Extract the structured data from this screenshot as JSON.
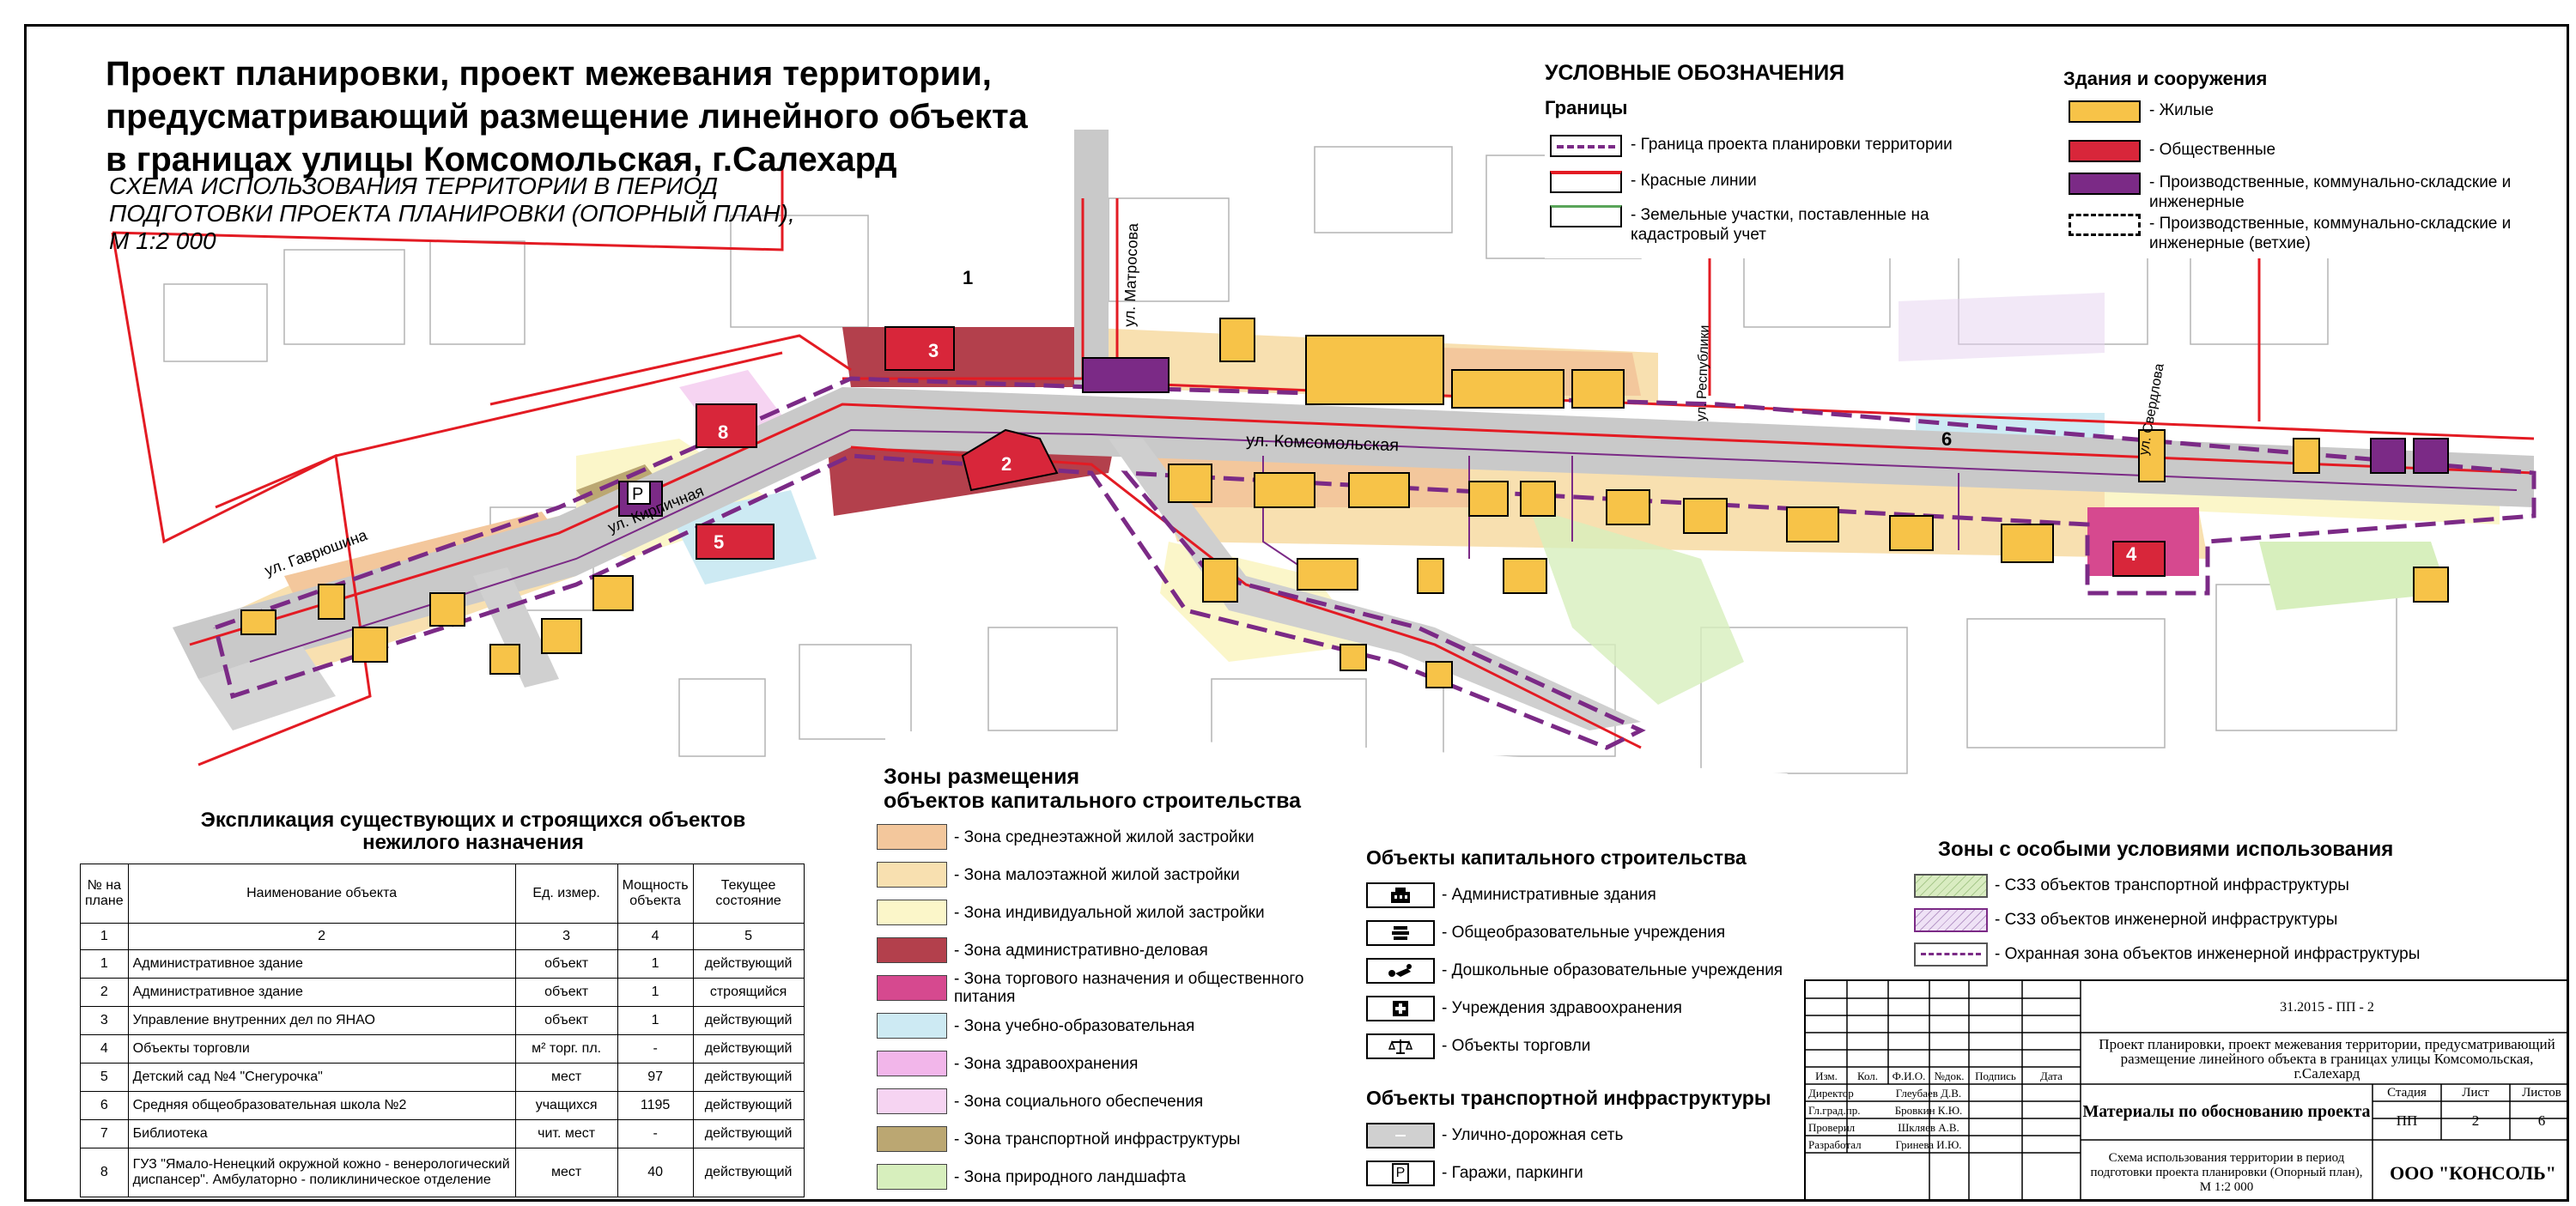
{
  "title": {
    "line1": "Проект планировки, проект межевания территории,",
    "line2": "предусматривающий размещение линейного объекта",
    "line3": "в границах улицы Комсомольская, г.Салехард"
  },
  "subtitle": {
    "line1": "СХЕМА ИСПОЛЬЗОВАНИЯ ТЕРРИТОРИИ В ПЕРИОД",
    "line2": "ПОДГОТОВКИ ПРОЕКТА ПЛАНИРОВКИ (ОПОРНЫЙ ПЛАН),",
    "line3": "М 1:2 000"
  },
  "legend": {
    "title": "УСЛОВНЫЕ ОБОЗНАЧЕНИЯ",
    "borders": {
      "heading": "Границы",
      "items": [
        {
          "label": "- Граница проекта планировки территории"
        },
        {
          "label": "- Красные линии"
        },
        {
          "label": "- Земельные участки, поставленные на кадастровый учет"
        }
      ]
    },
    "buildings": {
      "heading": "Здания и сооружения",
      "items": [
        {
          "label": "- Жилые",
          "color": "#f7c348"
        },
        {
          "label": "- Общественные",
          "color": "#d8263a"
        },
        {
          "label": "- Производственные, коммунально-складские и инженерные",
          "color": "#7b2a86"
        },
        {
          "label": "- Производственные, коммунально-складские и инженерные (ветхие)",
          "color": "#ffffff"
        }
      ]
    }
  },
  "zones": {
    "heading_line1": "Зоны размещения",
    "heading_line2": "объектов капитального строительства",
    "items": [
      {
        "label": "- Зона среднеэтажной жилой застройки",
        "color": "#f3c79c"
      },
      {
        "label": "- Зона малоэтажной жилой застройки",
        "color": "#f8e0b0"
      },
      {
        "label": "- Зона индивидуальной жилой застройки",
        "color": "#fbf6c9"
      },
      {
        "label": "- Зона административно-деловая",
        "color": "#b3404c"
      },
      {
        "label": "- Зона торгового назначения и общественного питания",
        "color": "#d6498f"
      },
      {
        "label": "- Зона учебно-образовательная",
        "color": "#cdeaf3"
      },
      {
        "label": "- Зона здравоохранения",
        "color": "#f2b6ea"
      },
      {
        "label": "- Зона социального обеспечения",
        "color": "#f6d4f2"
      },
      {
        "label": "- Зона транспортной инфраструктуры",
        "color": "#bba772"
      },
      {
        "label": "- Зона природного ландшафта",
        "color": "#d7efbd"
      }
    ]
  },
  "capital_objects": {
    "heading": "Объекты капитального строительства",
    "items": [
      {
        "label": "- Административные здания",
        "icon": "admin-building-icon"
      },
      {
        "label": "- Общеобразовательные учреждения",
        "icon": "school-icon"
      },
      {
        "label": "- Дошкольные образовательные учреждения",
        "icon": "kindergarten-icon"
      },
      {
        "label": "- Учреждения здравоохранения",
        "icon": "medical-cross-icon"
      },
      {
        "label": "- Объекты торговли",
        "icon": "scales-icon"
      }
    ]
  },
  "transport": {
    "heading": "Объекты транспортной инфраструктуры",
    "items": [
      {
        "label": "- Улично-дорожная сеть",
        "icon": "road-icon"
      },
      {
        "label": "- Гаражи, паркинги",
        "icon": "parking-icon",
        "glyph": "P"
      }
    ]
  },
  "special_zones": {
    "heading": "Зоны с особыми условиями использования",
    "items": [
      {
        "label": "- СЗЗ объектов транспортной инфраструктуры",
        "color": "#d9ecc1"
      },
      {
        "label": "- СЗЗ объектов инженерной инфраструктуры",
        "color": "#e6d2f0"
      },
      {
        "label": "- Охранная зона объектов инженерной инфраструктуры",
        "color": "#ffffff"
      }
    ]
  },
  "explication": {
    "title_line1": "Экспликация существующих и строящихся объектов",
    "title_line2": "нежилого назначения",
    "headers": [
      "№ на плане",
      "Наименование объекта",
      "Ед. измер.",
      "Мощность объекта",
      "Текущее состояние"
    ],
    "index_row": [
      "1",
      "2",
      "3",
      "4",
      "5"
    ],
    "rows": [
      {
        "n": "1",
        "name": "Административное здание",
        "unit": "объект",
        "power": "1",
        "state": "действующий"
      },
      {
        "n": "2",
        "name": "Административное здание",
        "unit": "объект",
        "power": "1",
        "state": "строящийся"
      },
      {
        "n": "3",
        "name": "Управление внутренних дел по ЯНАО",
        "unit": "объект",
        "power": "1",
        "state": "действующий"
      },
      {
        "n": "4",
        "name": "Объекты торговли",
        "unit": "м² торг. пл.",
        "power": "-",
        "state": "действующий"
      },
      {
        "n": "5",
        "name": "Детский сад №4 \"Снегурочка\"",
        "unit": "мест",
        "power": "97",
        "state": "действующий"
      },
      {
        "n": "6",
        "name": "Средняя общеобразовательная школа №2",
        "unit": "учащихся",
        "power": "1195",
        "state": "действующий"
      },
      {
        "n": "7",
        "name": "Библиотека",
        "unit": "чит. мест",
        "power": "-",
        "state": "действующий"
      },
      {
        "n": "8",
        "name": "ГУЗ \"Ямало-Ненецкий окружной кожно - венерологический диспансер\". Амбулаторно - поликлиническое отделение",
        "unit": "мест",
        "power": "40",
        "state": "действующий"
      }
    ]
  },
  "stamp": {
    "code": "31.2015 - ПП - 2",
    "project": "Проект планировки, проект межевания территории, предусматривающий размещение линейного объекта в границах улицы Комсомольская, г.Салехард",
    "col_headers": [
      "Изм.",
      "Кол.",
      "Ф.И.О.",
      "№док.",
      "Подпись",
      "Дата"
    ],
    "people": [
      {
        "role": "Директор",
        "name": "Глеубаев Д.В."
      },
      {
        "role": "Гл.град.пр.",
        "name": "Бровкин К.Ю."
      },
      {
        "role": "Проверил",
        "name": "Шкляев А.В."
      },
      {
        "role": "Разработал",
        "name": "Гринева И.Ю."
      }
    ],
    "section": "Материалы по обоснованию проекта",
    "stage_label": "Стадия",
    "sheet_label": "Лист",
    "sheets_label": "Листов",
    "stage": "ПП",
    "sheet": "2",
    "sheets": "6",
    "sheet_title": "Схема использования территории в период подготовки проекта планировки (Опорный план), М 1:2 000",
    "company": "ООО \"КОНСОЛЬ\""
  },
  "map_labels": {
    "street_main": "ул. Комсомольская",
    "street_matrosova": "ул. Матросова",
    "street_gavrilina": "ул. Гаврюшина",
    "street_kirpichnaya": "ул. Кирпичная",
    "street_right": "ул. Свердлова",
    "street_kosmonavtov": "ул. Республики",
    "obj_1": "1",
    "obj_2": "2",
    "obj_3": "3",
    "obj_4": "4",
    "obj_5": "5",
    "obj_6": "6",
    "obj_8": "8",
    "parking": "P"
  }
}
